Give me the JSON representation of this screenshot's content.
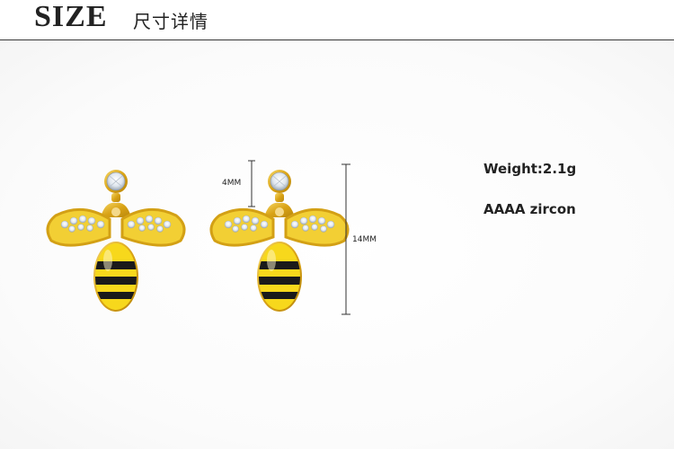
{
  "header": {
    "title_en": "SIZE",
    "title_cn": "尺寸详情"
  },
  "dimensions": {
    "stone_height": "4MM",
    "total_height": "14MM"
  },
  "specs": {
    "weight": "Weight:2.1g",
    "material": "AAAA zircon"
  },
  "colors": {
    "gold": "#e3b51f",
    "enamel_yellow": "#f7d81c",
    "enamel_black": "#1a1a1a",
    "zircon": "#eef2f6"
  }
}
